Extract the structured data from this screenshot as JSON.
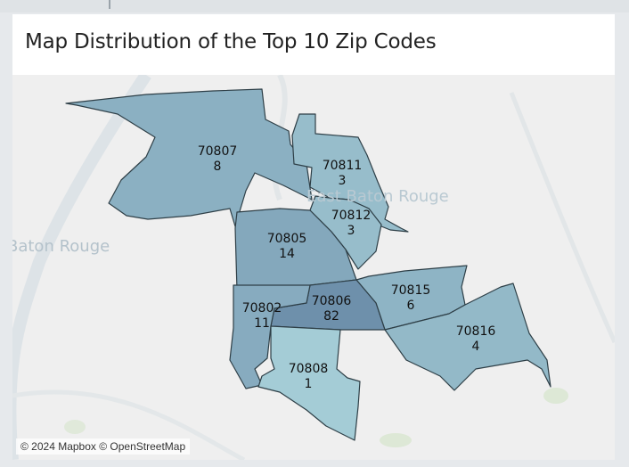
{
  "title": "Map Distribution of the Top 10 Zip Codes",
  "map": {
    "place_labels": [
      "East Baton Rouge",
      "Baton Rouge"
    ],
    "attribution": "© 2024 Mapbox © OpenStreetMap",
    "fill_scale": {
      "low": "#a4ccd6",
      "high": "#6e90ab",
      "border": "#2e3f47"
    },
    "regions": [
      {
        "zip": "70807",
        "count": "8"
      },
      {
        "zip": "70811",
        "count": "3"
      },
      {
        "zip": "70812",
        "count": "3"
      },
      {
        "zip": "70805",
        "count": "14"
      },
      {
        "zip": "70815",
        "count": "6"
      },
      {
        "zip": "70806",
        "count": "82"
      },
      {
        "zip": "70802",
        "count": "11"
      },
      {
        "zip": "70816",
        "count": "4"
      },
      {
        "zip": "70808",
        "count": "1"
      }
    ]
  }
}
